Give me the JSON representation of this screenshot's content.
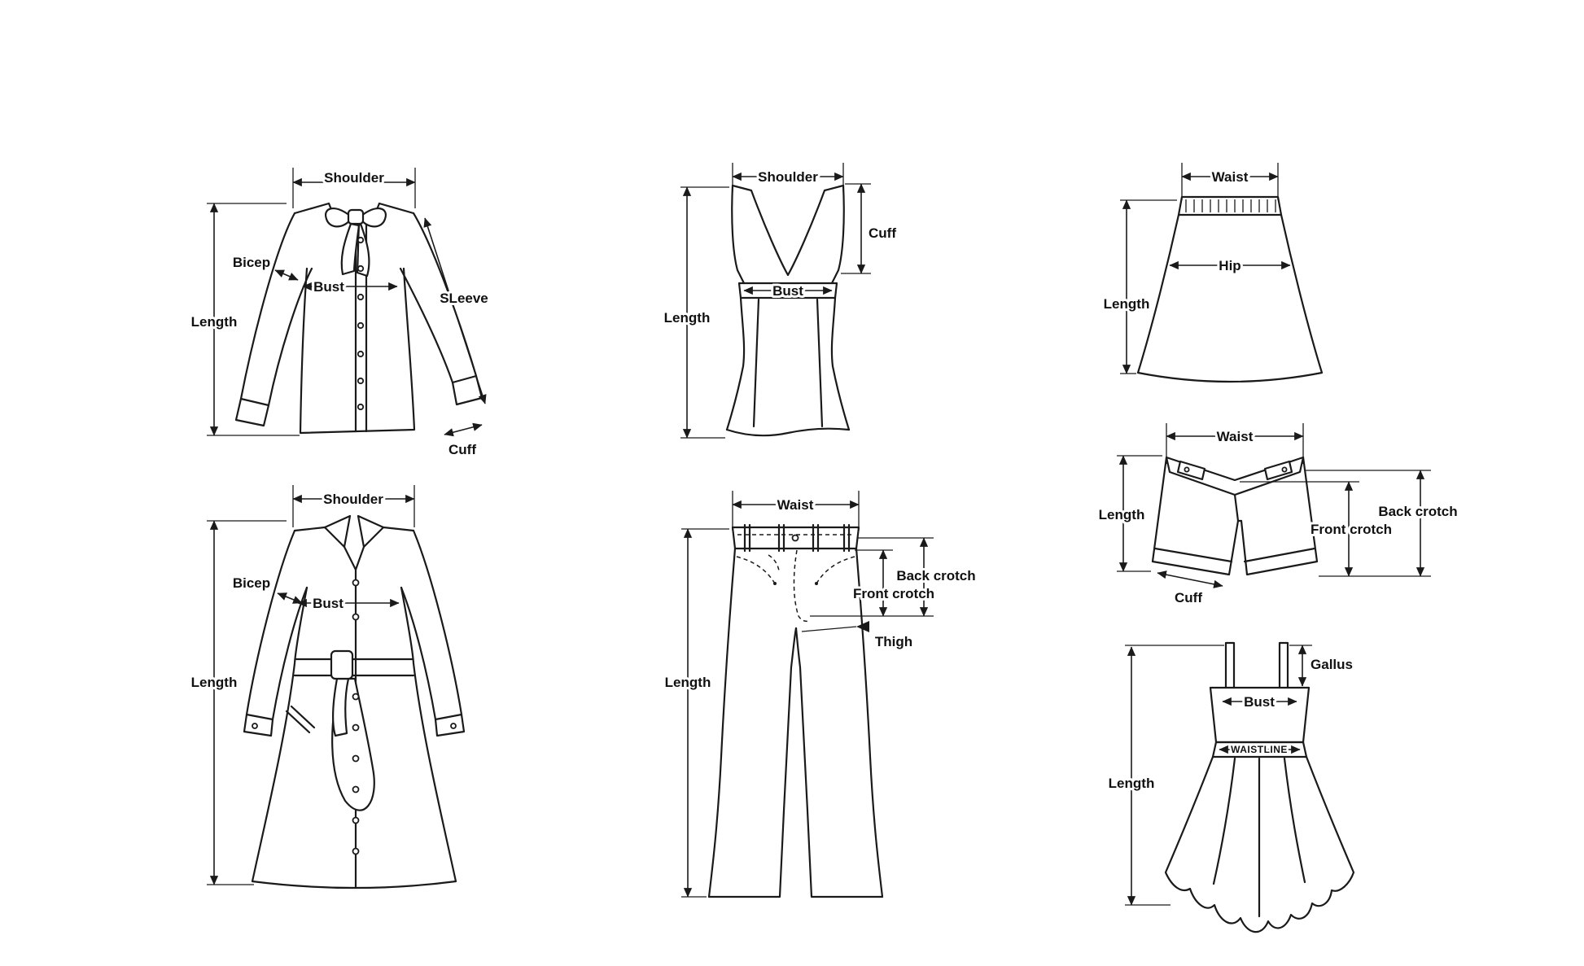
{
  "page": {
    "colors": {
      "background": "#ffffff",
      "line": "#1a1a1a"
    }
  },
  "diagrams": {
    "blouse": {
      "labels": {
        "shoulder": "Shoulder",
        "bicep": "Bicep",
        "bust": "Bust",
        "length": "Length",
        "sleeve": "SLeeve",
        "cuff": "Cuff"
      }
    },
    "vest": {
      "labels": {
        "shoulder": "Shoulder",
        "cuff": "Cuff",
        "bust": "Bust",
        "length": "Length"
      }
    },
    "skirt": {
      "labels": {
        "waist": "Waist",
        "hip": "Hip",
        "length": "Length"
      }
    },
    "shorts": {
      "labels": {
        "waist": "Waist",
        "length": "Length",
        "cuff": "Cuff",
        "front_crotch": "Front crotch",
        "back_crotch": "Back crotch"
      }
    },
    "coat": {
      "labels": {
        "shoulder": "Shoulder",
        "bicep": "Bicep",
        "bust": "Bust",
        "length": "Length"
      }
    },
    "pants": {
      "labels": {
        "waist": "Waist",
        "back_crotch": "Back crotch",
        "front_crotch": "Front crotch",
        "thigh": "Thigh",
        "length": "Length"
      }
    },
    "dress": {
      "labels": {
        "gallus": "Gallus",
        "bust": "Bust",
        "waistline": "WAISTLINE",
        "length": "Length"
      }
    }
  }
}
